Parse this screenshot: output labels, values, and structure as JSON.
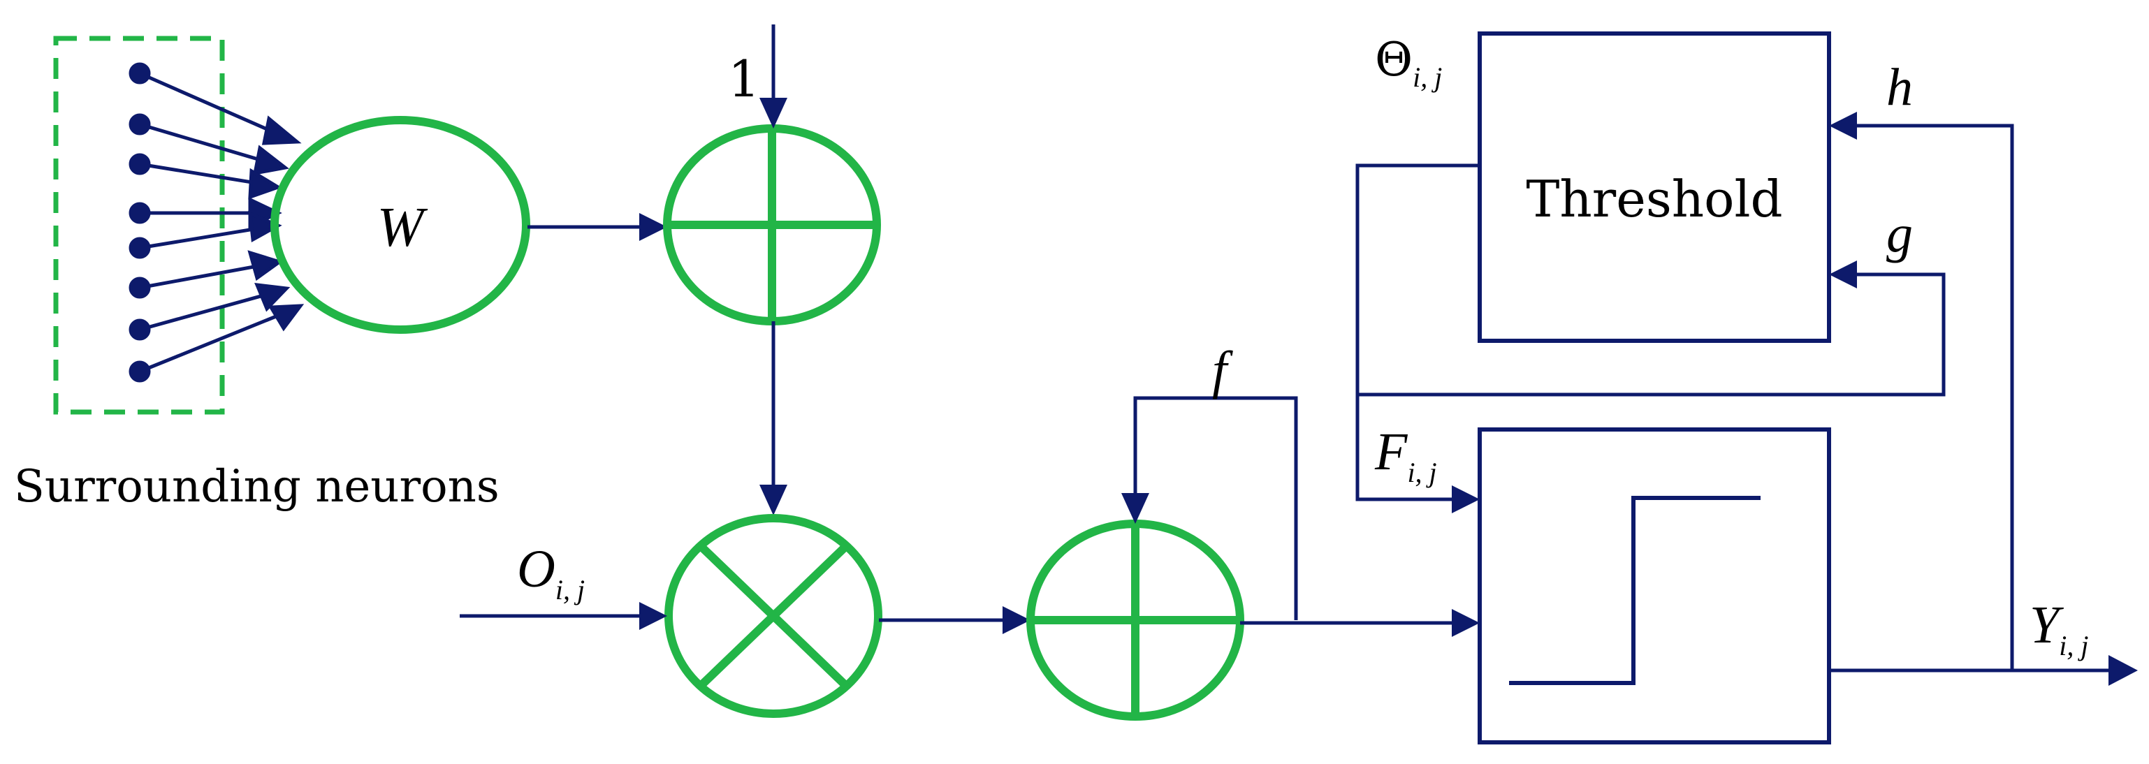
{
  "colors": {
    "navy": "#0d1a6b",
    "green": "#22b547",
    "background": "#ffffff"
  },
  "labels": {
    "surrounding": "Surrounding neurons",
    "weight": "W",
    "one": "1",
    "threshold_box": "Threshold",
    "theta_main": "Θ",
    "theta_sub": "i, j",
    "h": "h",
    "g": "g",
    "f": "f",
    "F_main": "F",
    "F_sub": "i, j",
    "O_main": "O",
    "O_sub": "i, j",
    "Y_main": "Y",
    "Y_sub": "i, j"
  }
}
